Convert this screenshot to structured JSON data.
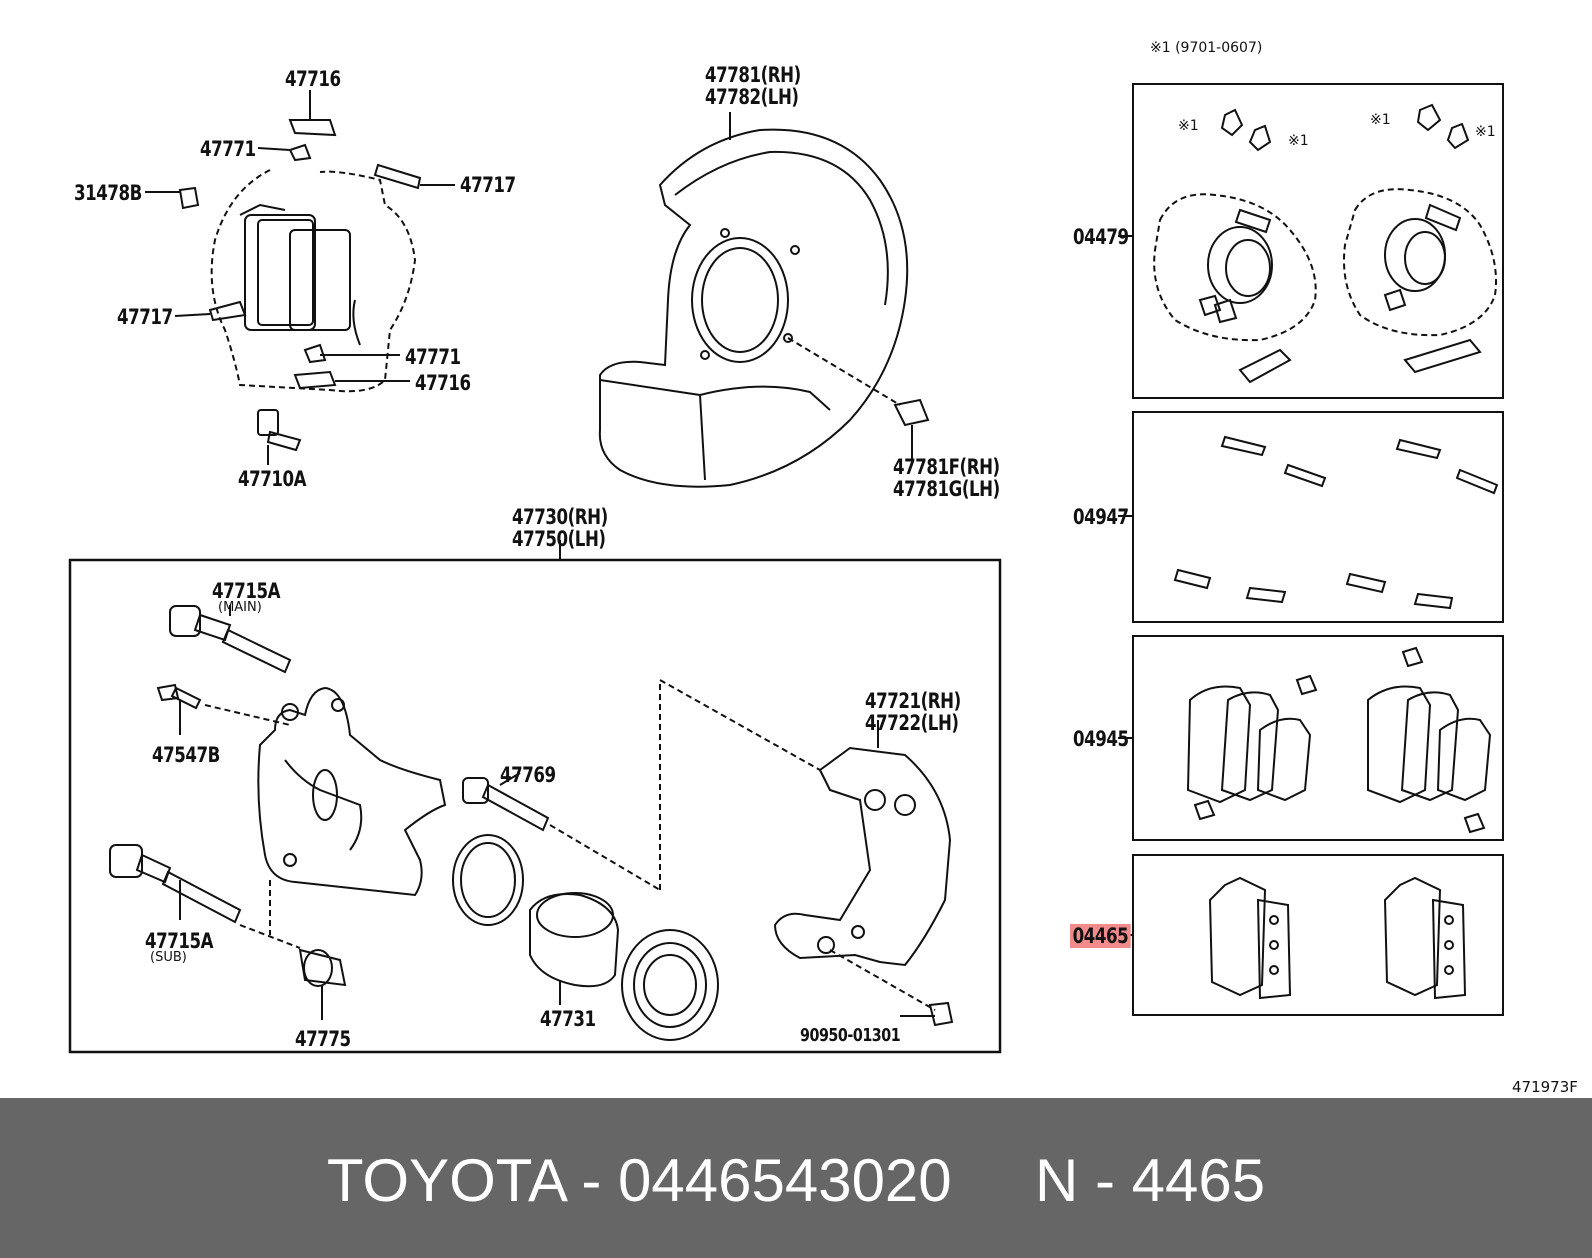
{
  "diagram": {
    "note_top": "※1 (9701-0607)",
    "figure_code": "471973F",
    "labels": {
      "p47716a": "47716",
      "p47771a": "47771",
      "p31478B": "31478B",
      "p47717a": "47717",
      "p47717b": "47717",
      "p47771b": "47771",
      "p47716b": "47716",
      "p47710A": "47710A",
      "p47781RH": "47781(RH)",
      "p47782LH": "47782(LH)",
      "p47781F": "47781F(RH)",
      "p47781G": "47781G(LH)",
      "p47730RH": "47730(RH)",
      "p47750LH": "47750(LH)",
      "p47715A_main": "47715A",
      "main": "(MAIN)",
      "p47547B": "47547B",
      "p47769": "47769",
      "p47721RH": "47721(RH)",
      "p47722LH": "47722(LH)",
      "p47715A_sub": "47715A",
      "sub": "(SUB)",
      "p47775": "47775",
      "p47731": "47731",
      "p90950": "90950-01301",
      "p04479": "04479",
      "p04947": "04947",
      "p04945": "04945",
      "p04465": "04465",
      "x1a": "※1",
      "x1b": "※1",
      "x1c": "※1",
      "x1d": "※1"
    },
    "highlight_color": "#f28b8b"
  },
  "footer": {
    "text": "TOYOTA - 0446543020     N - 4465",
    "background": "#666666"
  }
}
